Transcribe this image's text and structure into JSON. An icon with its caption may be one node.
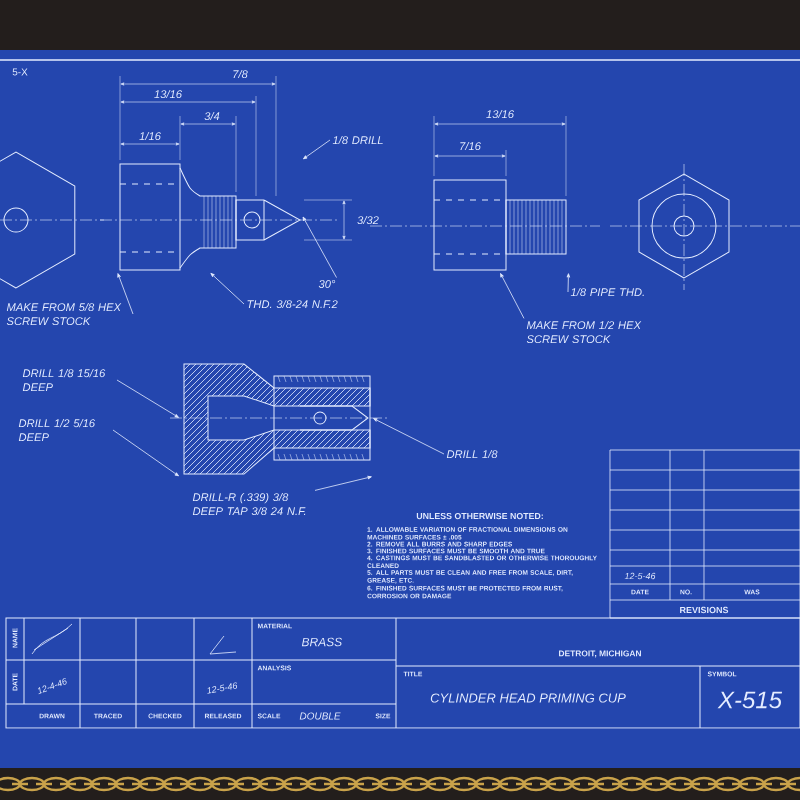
{
  "diagram": {
    "nodes": [
      {
        "text": [],
        "shape": "picture"
      },
      {
        "text": [],
        "shape": "picture"
      },
      {
        "text": [],
        "shape": "picture"
      },
      {
        "text": [
          "1/8 DRILL"
        ]
      },
      {
        "text": [
          "30°"
        ]
      },
      {
        "text": [
          "MAKE FROM 5/8 HEX SCREW STOCK"
        ]
      },
      {
        "text": [
          "THD. 3/8-24 N.F.2"
        ]
      },
      {
        "text": [
          "1/8 PIPE THD."
        ]
      },
      {
        "text": [
          "MAKE FROM 1/2 HEX SCREW STOCK"
        ]
      },
      {
        "text": [
          "DRILL 1/8 15/16 DEEP"
        ]
      },
      {
        "text": [
          "DRILL 1/2 5/16 DEEP"
        ]
      },
      {
        "text": [
          "DRILL 1/8"
        ]
      },
      {
        "text": [
          "DRILL-R (.339) 3/8 DEEP TAP 3/8 24 N.F."
        ]
      }
    ],
    "edges": [
      {
        "from": 3,
        "to": 0,
        "arrow": "to"
      },
      {
        "from": 4,
        "to": 0,
        "arrow": "to"
      },
      {
        "from": 5,
        "to": 0,
        "arrow": "to"
      },
      {
        "from": 6,
        "to": 0,
        "arrow": "to"
      },
      {
        "from": 7,
        "to": 1,
        "arrow": "to"
      },
      {
        "from": 8,
        "to": 1,
        "arrow": "to"
      },
      {
        "from": 9,
        "to": 2,
        "arrow": "to"
      },
      {
        "from": 10,
        "to": 2,
        "arrow": "to"
      },
      {
        "from": 11,
        "to": 2,
        "arrow": "to"
      },
      {
        "from": 12,
        "to": 2,
        "arrow": "to"
      }
    ],
    "labels": [
      "5-X",
      "7/8",
      "13/16",
      "3/4",
      "1/16",
      "3/32",
      "13/16",
      "7/16",
      "UNLESS OTHERWISE NOTED:",
      "1. ALLOWABLE VARIATION OF FRACTIONAL DIMENSIONS ON MACHINED SURFACES ± .005",
      "2. REMOVE ALL BURRS AND SHARP EDGES",
      "3. FINISHED SURFACES MUST BE SMOOTH AND TRUE",
      "4. CASTINGS MUST BE SANDBLASTED OR OTHERWISE THOROUGHLY CLEANED",
      "5. ALL PARTS MUST BE CLEAN AND FREE FROM SCALE, DIRT, GREASE, ETC.",
      "6. FINISHED SURFACES MUST BE PROTECTED FROM RUST, CORROSION OR DAMAGE",
      "12-5-46",
      "DATE",
      "NO.",
      "WAS",
      "REVISIONS",
      "NAME",
      "DATE",
      "12-4-46",
      "12-5-46",
      "MATERIAL",
      "BRASS",
      "ANALYSIS",
      "DRAWN",
      "TRACED",
      "CHECKED",
      "RELEASED",
      "SCALE",
      "DOUBLE",
      "SIZE",
      "DETROIT, MICHIGAN",
      "TITLE",
      "CYLINDER HEAD PRIMING CUP",
      "SYMBOL",
      "X-515"
    ]
  }
}
